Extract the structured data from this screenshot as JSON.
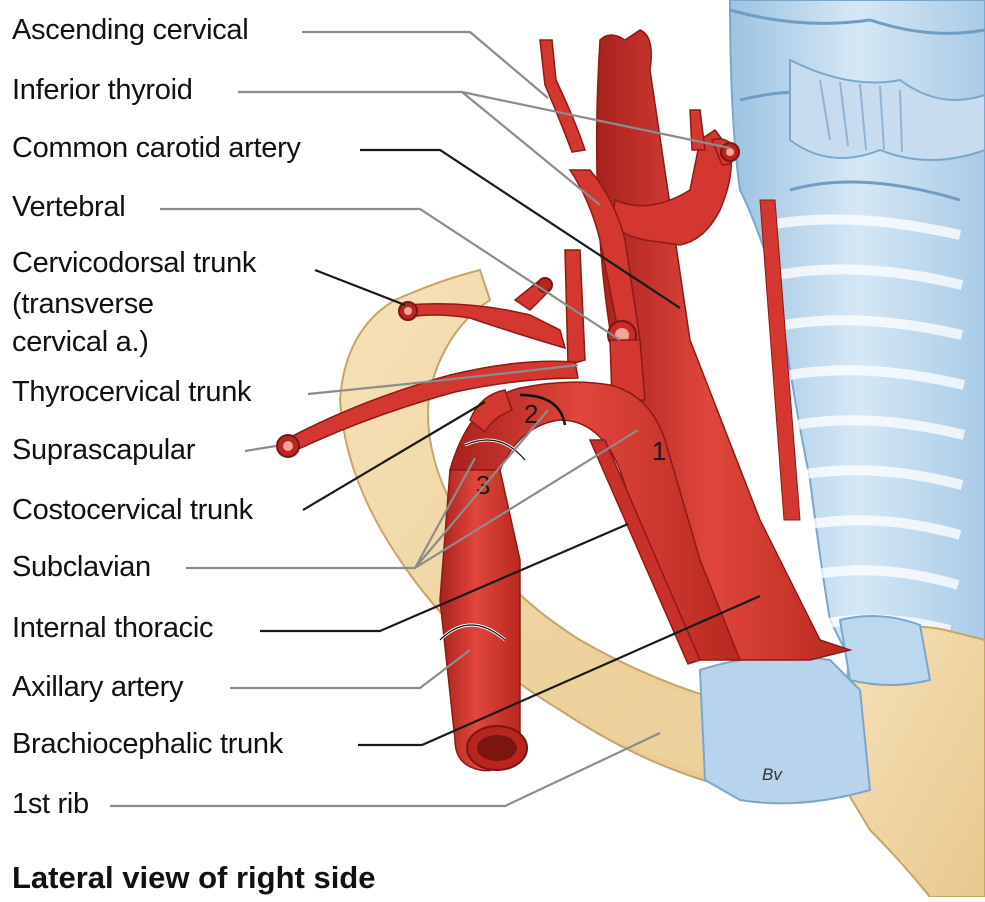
{
  "labels": {
    "ascending_cervical": "Ascending cervical",
    "inferior_thyroid": "Inferior thyroid",
    "common_carotid": "Common carotid artery",
    "vertebral": "Vertebral",
    "cervicodorsal_1": "Cervicodorsal trunk",
    "cervicodorsal_2": "(transverse",
    "cervicodorsal_3": "cervical a.)",
    "thyrocervical": "Thyrocervical trunk",
    "suprascapular": "Suprascapular",
    "costocervical": "Costocervical trunk",
    "subclavian": "Subclavian",
    "internal_thoracic": "Internal thoracic",
    "axillary": "Axillary artery",
    "brachiocephalic": "Brachiocephalic trunk",
    "first_rib": "1st rib"
  },
  "segments": [
    "1",
    "2",
    "3"
  ],
  "artist_mark": "Bv",
  "caption": "Lateral view of right side",
  "colors": {
    "artery": "#d6352e",
    "artery_dark": "#a8221d",
    "artery_light": "#ec6a5e",
    "bone": "#f3d9a6",
    "cartilage": "#bcd8ee",
    "leader_gray": "#8c8c8c",
    "leader_black": "#1a1a1a"
  }
}
